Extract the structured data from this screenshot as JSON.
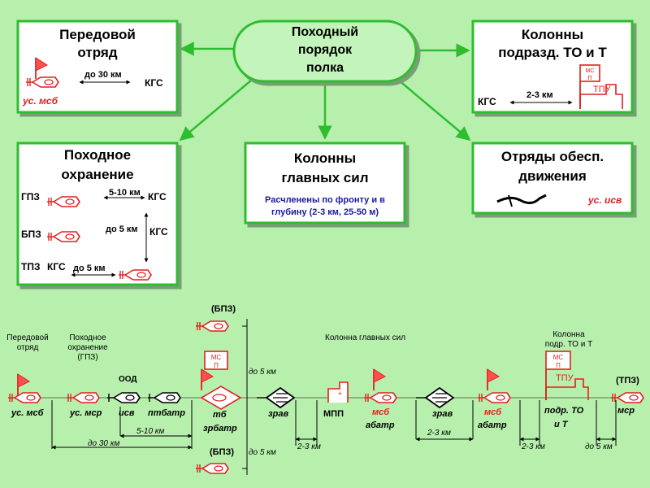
{
  "top": {
    "center_title": [
      "Походный",
      "порядок",
      "полка"
    ],
    "advance": {
      "title": [
        "Передовой",
        "отряд"
      ],
      "distance": "до 30 км",
      "kgs": "КГС",
      "unit": "ус. мсб"
    },
    "columns_to": {
      "title": [
        "Колонны",
        "подразд. ТО и Т"
      ],
      "kgs": "КГС",
      "distance": "2-3 км",
      "msp": [
        "МС",
        "П"
      ],
      "tpu": "ТПУ"
    },
    "march_guard": {
      "title": [
        "Походное",
        "охранение"
      ],
      "gpz": "ГПЗ",
      "bpz": "БПЗ",
      "tpz": "ТПЗ",
      "d1": "5-10 км",
      "kgs1": "КГС",
      "d2": "до 5 км",
      "kgs2": "КГС",
      "kgs3": "КГС",
      "d3": "до 5 км"
    },
    "main_forces": {
      "title": [
        "Колонны",
        "главных сил"
      ],
      "note": [
        "Расчленены по фронту и в",
        "глубину (2-3 км, 25-50 м)"
      ]
    },
    "support": {
      "title": [
        "Отряды обесп.",
        "движения"
      ],
      "unit": "ус. исв"
    }
  },
  "bottom": {
    "advance_label": [
      "Передовой",
      "отряд"
    ],
    "guard_label": [
      "Походное",
      "охранение",
      "(ГПЗ)"
    ],
    "main_label": "Колонна главных сил",
    "to_label": [
      "Колонна",
      "подр. ТО и Т"
    ],
    "bpz_top": "(БПЗ)",
    "bpz_bottom": "(БПЗ)",
    "tpz": "(ТПЗ)",
    "ood": "ООД",
    "us_msb": "ус. мсб",
    "us_msr": "ус. мср",
    "isv": "исв",
    "ptbatr": "птбатр",
    "tb": "тб",
    "zrbatr": "зрбатр",
    "zrav1": "зрав",
    "zrav2": "зрав",
    "mpp": "МПП",
    "msb1": "мсб",
    "abatr1": "абатр",
    "msb2": "мсб",
    "abatr2": "абатр",
    "podr_to": [
      "подр. ТО",
      "и Т"
    ],
    "msr": "мср",
    "msp1": [
      "МС",
      "П"
    ],
    "msp2": [
      "МС",
      "П"
    ],
    "tpu": "ТПУ",
    "d_5_10": "5-10 км",
    "d_30": "до 30 км",
    "d_5_up": "до 5 км",
    "d_5_down": "до 5 км",
    "d_23_a": "2-3 км",
    "d_23_b": "2-3 км",
    "d_23_c": "2-3 км",
    "d_5_end": "до 5 км"
  }
}
